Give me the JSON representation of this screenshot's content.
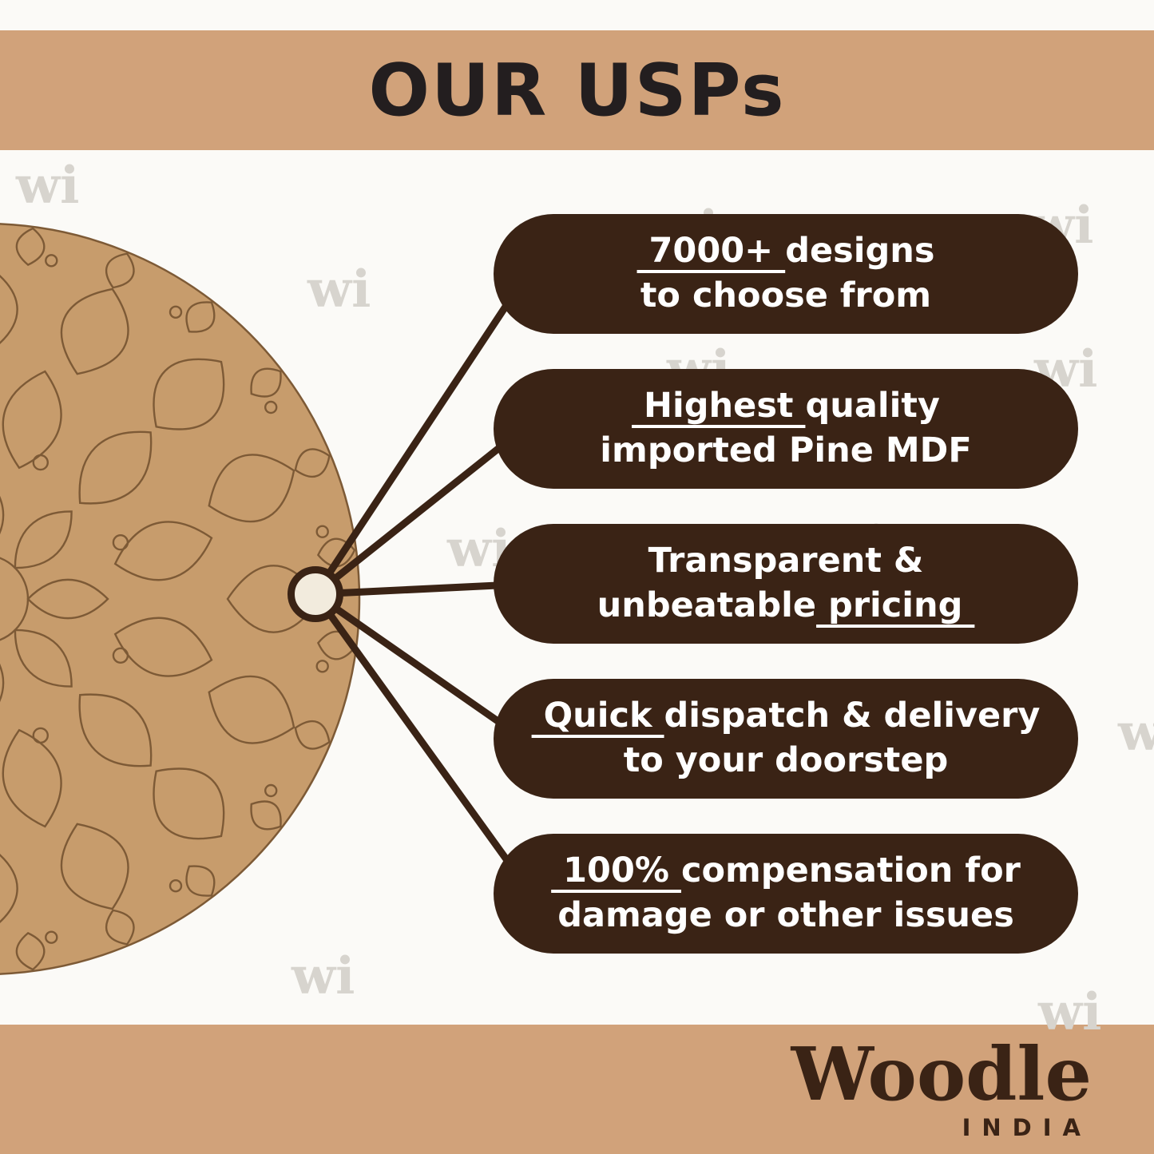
{
  "header": {
    "title": "OUR USPs"
  },
  "watermark": {
    "text": "wi"
  },
  "usps": [
    {
      "lines": [
        [
          {
            "text": " 7000+ ",
            "underline": true
          },
          {
            "text": "designs",
            "underline": false
          }
        ],
        [
          {
            "text": "to choose from",
            "underline": false
          }
        ]
      ]
    },
    {
      "lines": [
        [
          {
            "text": " Highest ",
            "underline": true
          },
          {
            "text": "quality",
            "underline": false
          }
        ],
        [
          {
            "text": "imported Pine MDF",
            "underline": false
          }
        ]
      ]
    },
    {
      "lines": [
        [
          {
            "text": "Transparent &",
            "underline": false
          }
        ],
        [
          {
            "text": "unbeatable",
            "underline": false
          },
          {
            "text": " pricing ",
            "underline": true
          }
        ]
      ]
    },
    {
      "lines": [
        [
          {
            "text": " Quick ",
            "underline": true
          },
          {
            "text": "dispatch & delivery",
            "underline": false
          }
        ],
        [
          {
            "text": "to your doorstep",
            "underline": false
          }
        ]
      ]
    },
    {
      "lines": [
        [
          {
            "text": " 100% ",
            "underline": true
          },
          {
            "text": "compensation for",
            "underline": false
          }
        ],
        [
          {
            "text": "damage or other issues",
            "underline": false
          }
        ]
      ]
    }
  ],
  "footer": {
    "brand": "Woodle",
    "country": "INDIA"
  },
  "colors": {
    "band": "#d1a27a",
    "pill": "#3a2315",
    "pill_text": "#ffffff",
    "title_text": "#231e1f",
    "mdf": "#c79c6c",
    "mdf_line": "#7d5a36",
    "background": "#fbfaf7",
    "node_fill": "#f2ebdd",
    "watermark": "#d7d4ce"
  }
}
